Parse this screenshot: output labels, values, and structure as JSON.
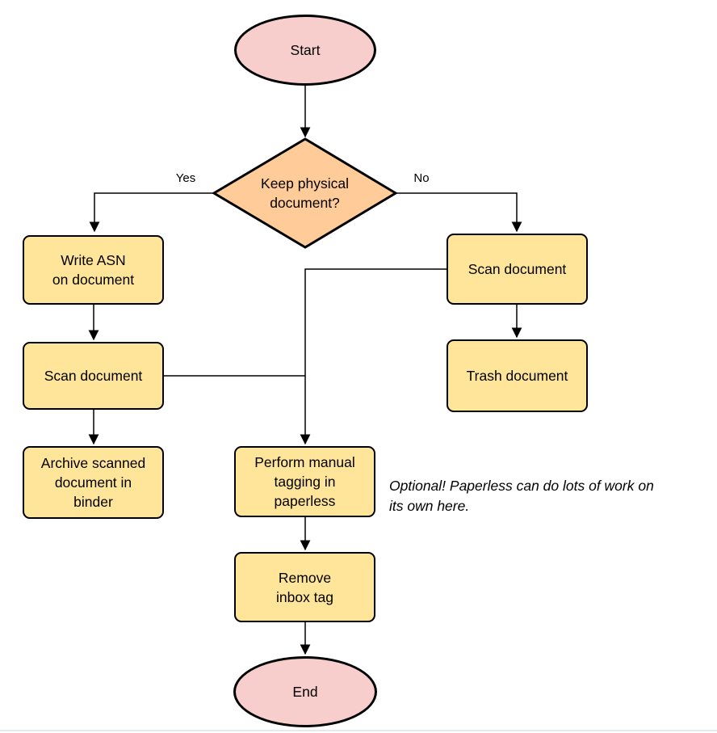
{
  "colors": {
    "terminal_fill": "#f8cecc",
    "decision_fill": "#ffcc99",
    "process_fill": "#ffe599",
    "stroke": "#000000"
  },
  "nodes": {
    "start": {
      "label": "Start",
      "type": "terminal"
    },
    "decision": {
      "label": "Keep physical\ndocument?",
      "type": "decision"
    },
    "write_asn": {
      "label": "Write ASN\non document",
      "type": "process"
    },
    "scan_left": {
      "label": "Scan document",
      "type": "process"
    },
    "archive": {
      "label": "Archive scanned\ndocument in\nbinder",
      "type": "process"
    },
    "scan_right": {
      "label": "Scan document",
      "type": "process"
    },
    "trash": {
      "label": "Trash document",
      "type": "process"
    },
    "perform_tagging": {
      "label": "Perform manual\ntagging in\npaperless",
      "type": "process"
    },
    "remove_inbox": {
      "label": "Remove\ninbox tag",
      "type": "process"
    },
    "end": {
      "label": "End",
      "type": "terminal"
    }
  },
  "edge_labels": {
    "yes": "Yes",
    "no": "No"
  },
  "annotation": {
    "text": "Optional! Paperless can do lots of work on\nits own here."
  }
}
